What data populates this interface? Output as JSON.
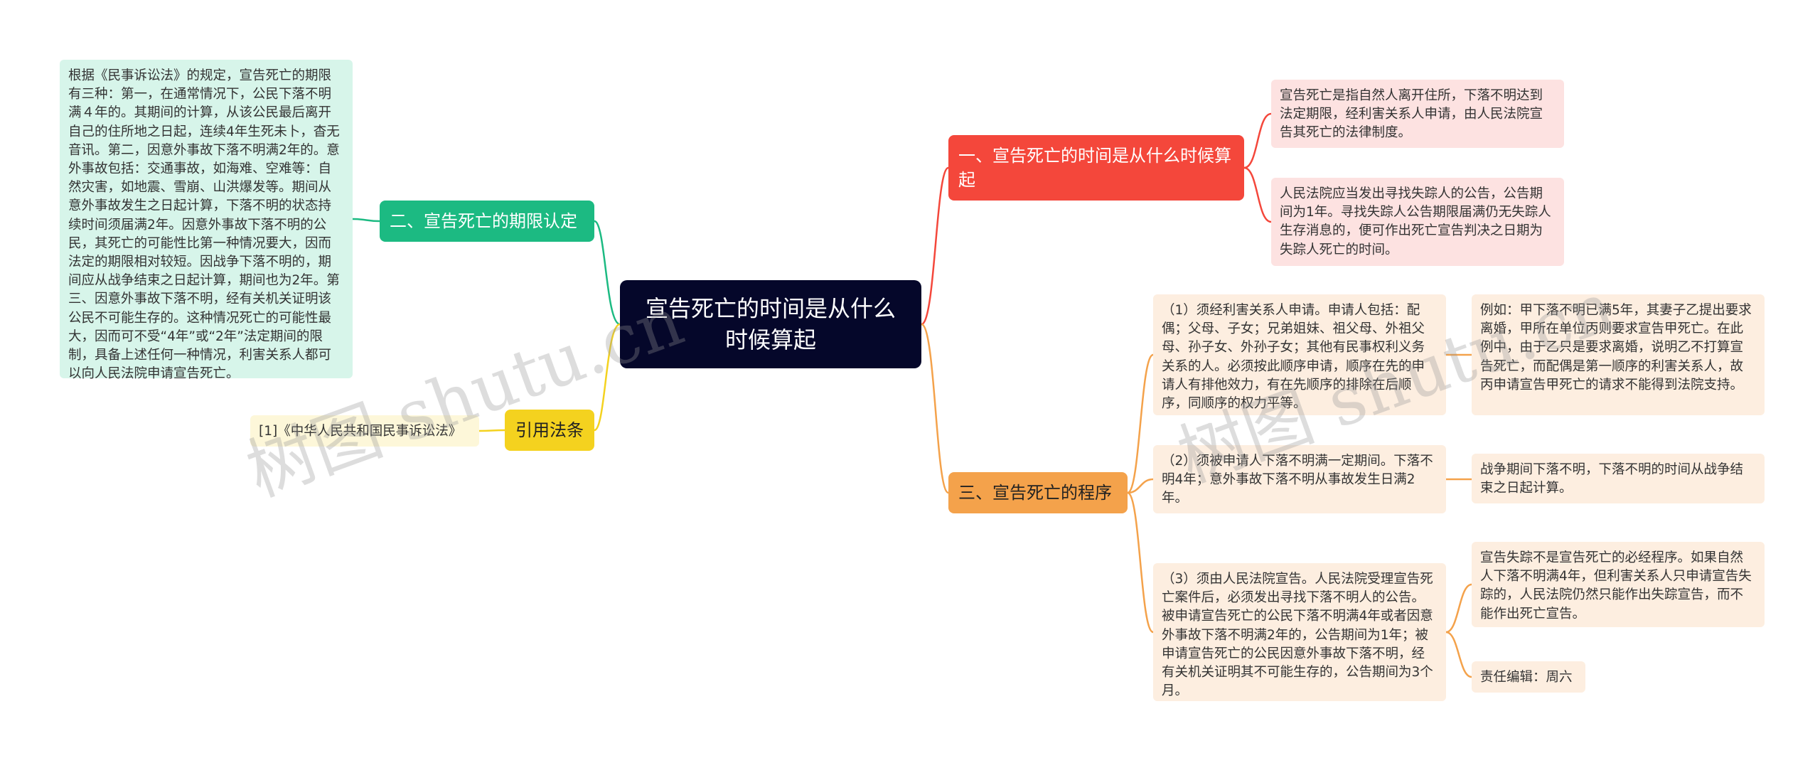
{
  "root": {
    "title": "宣告死亡的时间是从什么时候算起"
  },
  "branches": {
    "b1": {
      "label": "一、宣告死亡的时间是从什么时候算起",
      "color": "#f4473b",
      "leaves": [
        "宣告死亡是指自然人离开住所，下落不明达到法定期限，经利害关系人申请，由人民法院宣告其死亡的法律制度。",
        "人民法院应当发出寻找失踪人的公告，公告期间为1年。寻找失踪人公告期限届满仍无失踪人生存消息的，便可作出死亡宣告判决之日期为失踪人死亡的时间。"
      ]
    },
    "b2": {
      "label": "二、宣告死亡的期限认定",
      "color": "#1cba82",
      "leaf": "根据《民事诉讼法》的规定，宣告死亡的期限有三种：第一，在通常情况下，公民下落不明满４年的。其期间的计算，从该公民最后离开自己的住所地之日起，连续4年生死未卜，杳无音讯。第二，因意外事故下落不明满2年的。意外事故包括：交通事故，如海难、空难等：自然灾害，如地震、雪崩、山洪爆发等。期间从意外事故发生之日起计算，下落不明的状态持续时间须届满2年。因意外事故下落不明的公民，其死亡的可能性比第一种情况要大，因而法定的期限相对较短。因战争下落不明的，期间应从战争结束之日起计算，期间也为2年。第三、因意外事故下落不明，经有关机关证明该公民不可能生存的。这种情况死亡的可能性最大，因而可不受“4年”或“2年”法定期间的限制，具备上述任何一种情况，利害关系人都可以向人民法院申请宣告死亡。"
    },
    "ref": {
      "label": "引用法条",
      "color": "#f4d21f",
      "leaf": "[1]《中华人民共和国民事诉讼法》"
    },
    "b3": {
      "label": "三、宣告死亡的程序",
      "color": "#f4a24b",
      "items": [
        {
          "text": "（1）须经利害关系人申请。申请人包括：配偶；父母、子女；兄弟姐妹、祖父母、外祖父母、孙子女、外孙子女；其他有民事权利义务关系的人。必须按此顺序申请，顺序在先的申请人有排他效力，有在先顺序的排除在后顺序，同顺序的权力平等。",
          "subs": [
            "例如：甲下落不明已满5年，其妻子乙提出要求离婚，甲所在单位丙则要求宣告甲死亡。在此例中，由于乙只是要求离婚，说明乙不打算宣告死亡，而配偶是第一顺序的利害关系人，故丙申请宣告甲死亡的请求不能得到法院支持。"
          ]
        },
        {
          "text": "（2）须被申请人下落不明满一定期间。下落不明4年；意外事故下落不明从事故发生日满2年。",
          "subs": [
            "战争期间下落不明，下落不明的时间从战争结束之日起计算。"
          ]
        },
        {
          "text": "（3）须由人民法院宣告。人民法院受理宣告死亡案件后，必须发出寻找下落不明人的公告。被申请宣告死亡的公民下落不明满4年或者因意外事故下落不明满2年的，公告期间为1年；被申请宣告死亡的公民因意外事故下落不明，经有关机关证明其不可能生存的，公告期间为3个月。",
          "subs": [
            "宣告失踪不是宣告死亡的必经程序。如果自然人下落不明满4年，但利害关系人只申请宣告失踪的，人民法院仍然只能作出失踪宣告，而不能作出死亡宣告。",
            "责任编辑：周六"
          ]
        }
      ]
    }
  },
  "watermark": "树图 shutu.cn"
}
